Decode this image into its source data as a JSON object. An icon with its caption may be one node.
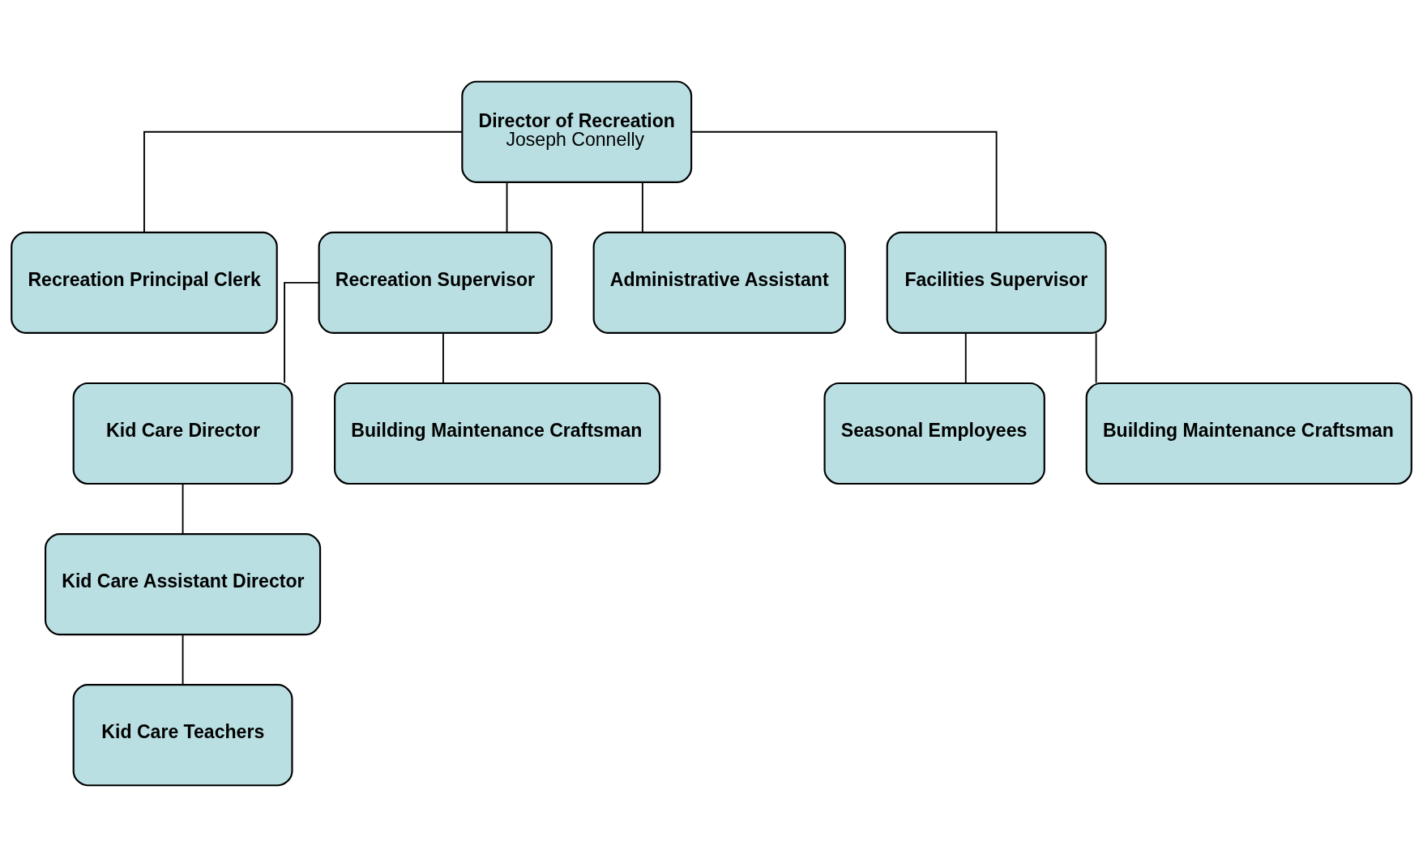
{
  "diagram": {
    "nodes": [
      {
        "text": [
          "Director of Recreation",
          "Joseph Connelly"
        ]
      },
      {
        "text": [
          "Recreation Principal Clerk"
        ]
      },
      {
        "text": [
          "Recreation Supervisor"
        ]
      },
      {
        "text": [
          "Administrative Assistant"
        ]
      },
      {
        "text": [
          "Facilities Supervisor"
        ]
      },
      {
        "text": [
          "Kid Care Director"
        ]
      },
      {
        "text": [
          "Building Maintenance Craftsman"
        ]
      },
      {
        "text": [
          "Kid Care Assistant Director"
        ]
      },
      {
        "text": [
          "Kid Care Teachers"
        ]
      },
      {
        "text": [
          "Seasonal Employees"
        ]
      },
      {
        "text": [
          "Building Maintenance Craftsman"
        ]
      }
    ],
    "edges": [
      {
        "from": 0,
        "to": 1,
        "arrow": "none"
      },
      {
        "from": 0,
        "to": 2,
        "arrow": "none"
      },
      {
        "from": 0,
        "to": 3,
        "arrow": "none"
      },
      {
        "from": 0,
        "to": 4,
        "arrow": "none"
      },
      {
        "from": 2,
        "to": 5,
        "arrow": "none"
      },
      {
        "from": 2,
        "to": 6,
        "arrow": "none"
      },
      {
        "from": 5,
        "to": 7,
        "arrow": "none"
      },
      {
        "from": 7,
        "to": 8,
        "arrow": "none"
      },
      {
        "from": 4,
        "to": 9,
        "arrow": "none"
      },
      {
        "from": 4,
        "to": 10,
        "arrow": "none"
      }
    ]
  }
}
